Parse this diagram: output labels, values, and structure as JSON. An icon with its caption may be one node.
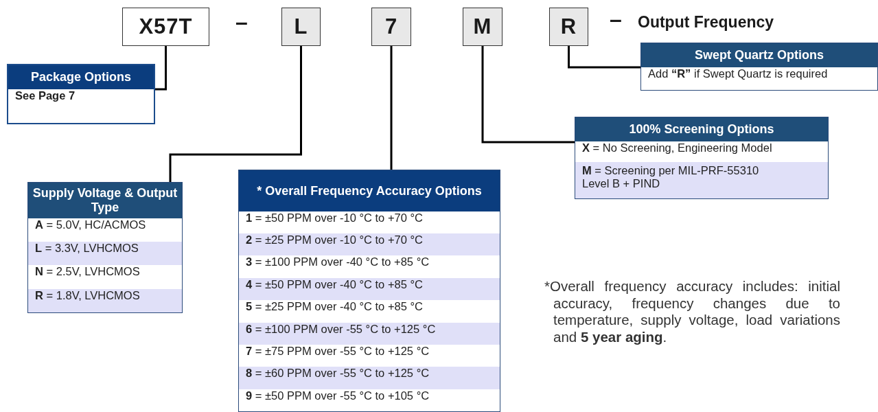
{
  "diagram": {
    "nodes": [
      {
        "text": [
          "X57T"
        ]
      },
      {
        "text": [
          "L"
        ]
      },
      {
        "text": [
          "7"
        ]
      },
      {
        "text": [
          "M"
        ]
      },
      {
        "text": [
          "R"
        ]
      },
      {
        "text": [
          "Package Options",
          "See Page 7"
        ]
      },
      {
        "text": [
          "Swept Quartz Options",
          "Add **“R”** if Swept Quartz is required"
        ]
      },
      {
        "text": [
          "100% Screening Options",
          "**X** = No Screening, Engineering Model",
          "**M** = Screening per MIL-PRF-55310 Level B + PIND"
        ]
      },
      {
        "text": [
          "Supply Voltage & Output Type",
          "**A** = 5.0V, HC/ACMOS",
          "**L** = 3.3V, LVHCMOS",
          "**N** = 2.5V, LVHCMOS",
          "**R** = 1.8V, LVHCMOS"
        ]
      },
      {
        "text": [
          "* Overall Frequency Accuracy Options",
          "**1** = ±50 PPM over -10 °C to +70 °C",
          "**2** = ±25 PPM over -10 °C to +70 °C",
          "**3** = ±100 PPM over -40 °C to +85 °C",
          "**4** = ±50 PPM over -40 °C to +85 °C",
          "**5** = ±25 PPM over -40 °C to +85 °C",
          "**6** = ±100 PPM over -55 °C to +125 °C",
          "**7** = ±75 PPM over -55 °C to +125 °C",
          "**8** = ±60 PPM over -55 °C to +125 °C",
          "**9** = ±50 PPM over -55 °C to +105 °C"
        ]
      }
    ],
    "edges": [
      {
        "from": 0,
        "to": 5,
        "arrow": "none"
      },
      {
        "from": 1,
        "to": 8,
        "arrow": "none"
      },
      {
        "from": 2,
        "to": 9,
        "arrow": "none"
      },
      {
        "from": 3,
        "to": 7,
        "arrow": "none"
      },
      {
        "from": 4,
        "to": 6,
        "arrow": "none"
      }
    ],
    "labels": [
      "–",
      "–",
      "Output Frequency",
      "*Overall frequency accuracy includes: initial accuracy, frequency changes due to temperature, supply voltage, load variations and **5 year aging**."
    ]
  }
}
